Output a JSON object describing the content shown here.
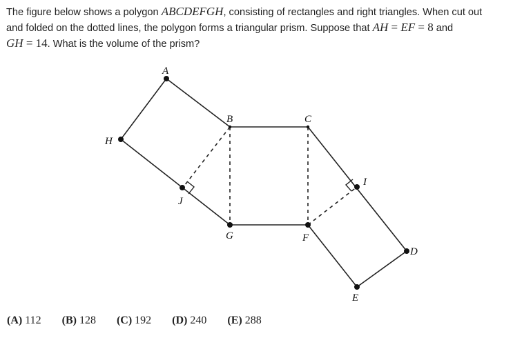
{
  "problem": {
    "line1_pre": "The figure below shows a polygon ",
    "polygon_name": "ABCDEFGH",
    "line1_post": ", consisting of rectangles and right triangles. When cut out",
    "line2_pre": "and folded on the dotted lines, the polygon forms a triangular prism. Suppose that ",
    "eq1_left": "AH",
    "eq_sign": " = ",
    "eq1_mid": "EF",
    "eq1_val": "8",
    "line2_post": " and",
    "eq2_left": "GH",
    "eq2_val": "14",
    "line3_post": ". What is the volume of the prism?"
  },
  "figure": {
    "labels": {
      "A": "A",
      "B": "B",
      "C": "C",
      "D": "D",
      "E": "E",
      "F": "F",
      "G": "G",
      "H": "H",
      "I": "I",
      "J": "J"
    }
  },
  "choices": [
    {
      "letter": "(A)",
      "value": "112"
    },
    {
      "letter": "(B)",
      "value": "128"
    },
    {
      "letter": "(C)",
      "value": "192"
    },
    {
      "letter": "(D)",
      "value": "240"
    },
    {
      "letter": "(E)",
      "value": "288"
    }
  ]
}
